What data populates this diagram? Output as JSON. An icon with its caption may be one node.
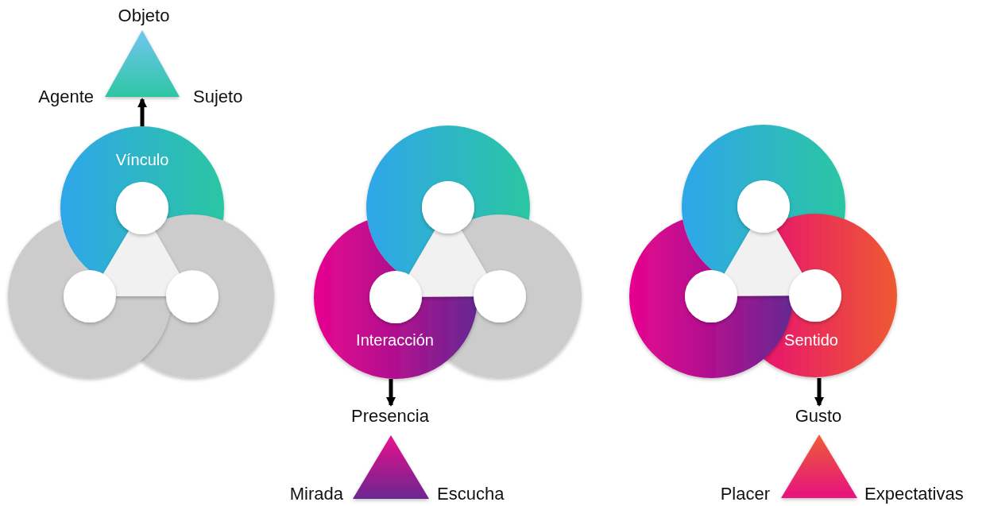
{
  "diagram": {
    "nodes": [
      {
        "text": [],
        "shape": "triangle",
        "beside": [
          "Objeto",
          "Agente",
          "Sujeto"
        ]
      },
      {
        "text": [
          "Vínculo"
        ]
      },
      {
        "text": [
          "Interacción"
        ]
      },
      {
        "text": [
          "Sentido"
        ]
      },
      {
        "text": [],
        "shape": "triangle",
        "beside": [
          "Presencia",
          "Mirada",
          "Escucha"
        ]
      },
      {
        "text": [],
        "shape": "triangle",
        "beside": [
          "Gusto",
          "Placer",
          "Expectativas"
        ]
      }
    ],
    "edges": [
      {
        "from": 1,
        "to": 0,
        "arrow": "to"
      },
      {
        "from": 2,
        "to": 4,
        "arrow": "to"
      },
      {
        "from": 3,
        "to": 5,
        "arrow": "to"
      }
    ]
  }
}
